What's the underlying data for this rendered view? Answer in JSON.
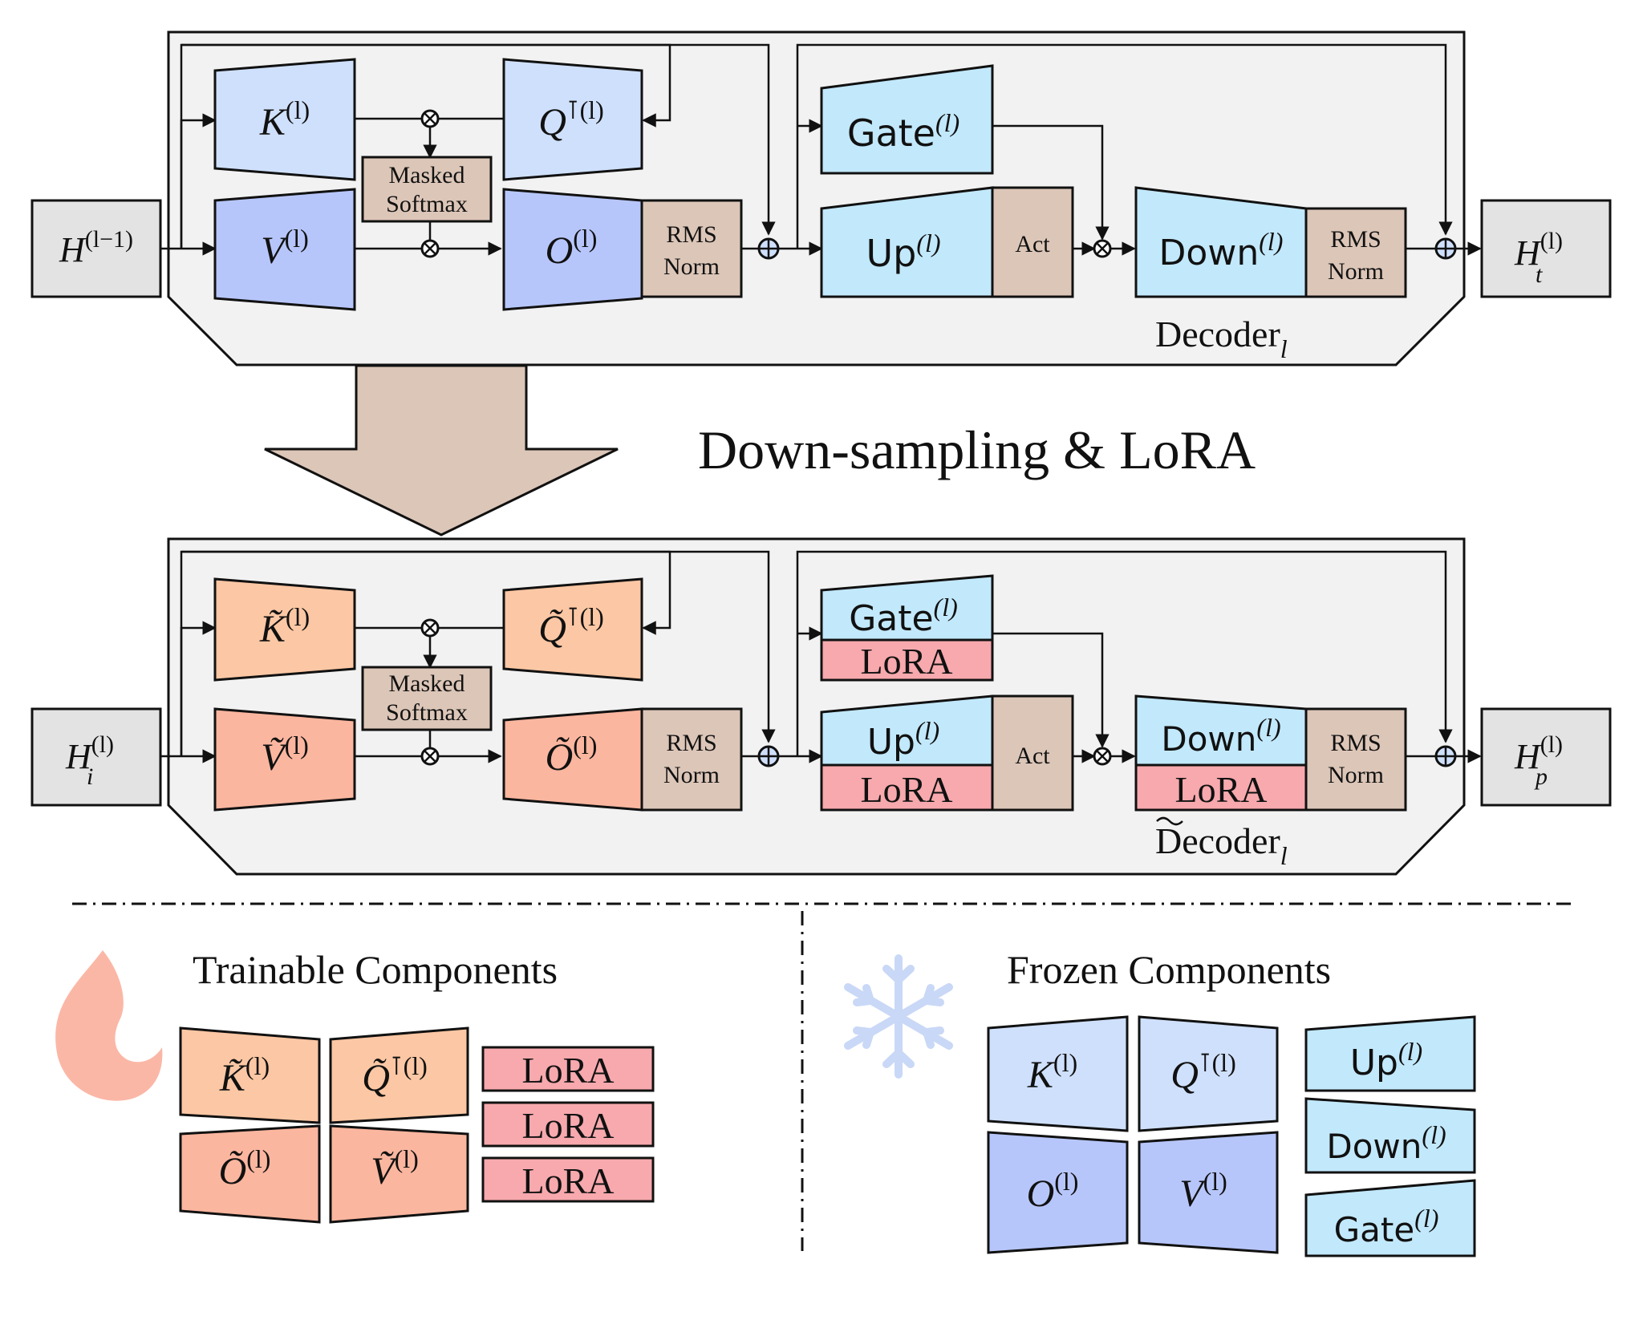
{
  "transition_label": "Down-sampling & LoRA",
  "top": {
    "input": {
      "base": "H",
      "sup": "(l−1)",
      "sub": ""
    },
    "output": {
      "base": "H",
      "sup": "(l)",
      "sub": "t"
    },
    "k": {
      "base": "K",
      "sup": "(l)"
    },
    "q": {
      "base": "Q",
      "sup": "⊺(l)"
    },
    "v": {
      "base": "V",
      "sup": "(l)"
    },
    "o": {
      "base": "O",
      "sup": "(l)"
    },
    "softmax": [
      "Masked",
      "Softmax"
    ],
    "rms1": [
      "RMS",
      "Norm"
    ],
    "gate": {
      "base": "Gate",
      "sup": "(l)"
    },
    "up": {
      "base": "Up",
      "sup": "(l)"
    },
    "act": "Act",
    "down": {
      "base": "Down",
      "sup": "(l)"
    },
    "rms2": [
      "RMS",
      "Norm"
    ],
    "decoder": {
      "base": "Decoder",
      "sub": "l"
    }
  },
  "bottom": {
    "input": {
      "base": "H",
      "sup": "(l)",
      "sub": "i"
    },
    "output": {
      "base": "H",
      "sup": "(l)",
      "sub": "p"
    },
    "k": {
      "base": "K̃",
      "sup": "(l)"
    },
    "q": {
      "base": "Q̃",
      "sup": "⊺(l)"
    },
    "v": {
      "base": "Ṽ",
      "sup": "(l)"
    },
    "o": {
      "base": "Õ",
      "sup": "(l)"
    },
    "softmax": [
      "Masked",
      "Softmax"
    ],
    "rms1": [
      "RMS",
      "Norm"
    ],
    "gate": {
      "base": "Gate",
      "sup": "(l)"
    },
    "up": {
      "base": "Up",
      "sup": "(l)"
    },
    "act": "Act",
    "down": {
      "base": "Down",
      "sup": "(l)"
    },
    "rms2": [
      "RMS",
      "Norm"
    ],
    "lora": "LoRA",
    "decoder": {
      "base": "Decoder",
      "sub": "l"
    }
  },
  "legend": {
    "trainable_title": "Trainable Components",
    "frozen_title": "Frozen Components",
    "trainable": {
      "k": {
        "base": "K̃",
        "sup": "(l)"
      },
      "q": {
        "base": "Q̃",
        "sup": "⊺(l)"
      },
      "o": {
        "base": "Õ",
        "sup": "(l)"
      },
      "v": {
        "base": "Ṽ",
        "sup": "(l)"
      },
      "lora": [
        "LoRA",
        "LoRA",
        "LoRA"
      ]
    },
    "frozen": {
      "k": {
        "base": "K",
        "sup": "(l)"
      },
      "q": {
        "base": "Q",
        "sup": "⊺(l)"
      },
      "o": {
        "base": "O",
        "sup": "(l)"
      },
      "v": {
        "base": "V",
        "sup": "(l)"
      },
      "up": {
        "base": "Up",
        "sup": "(l)"
      },
      "down": {
        "base": "Down",
        "sup": "(l)"
      },
      "gate": {
        "base": "Gate",
        "sup": "(l)"
      }
    }
  },
  "colors": {
    "panel": "#f2f2f2",
    "attn_light": "#cfe0fc",
    "attn_dark": "#b7c6fa",
    "mlp": "#c2e8fb",
    "norm": "#dcc6b8",
    "io": "#e3e3e3",
    "trainable_light": "#fcc7a4",
    "trainable_dark": "#fbb69f",
    "lora": "#f7a9ad",
    "arrow": "#dcc6b8",
    "flame": "#fbb7a6",
    "snow": "#c9d8f6"
  }
}
